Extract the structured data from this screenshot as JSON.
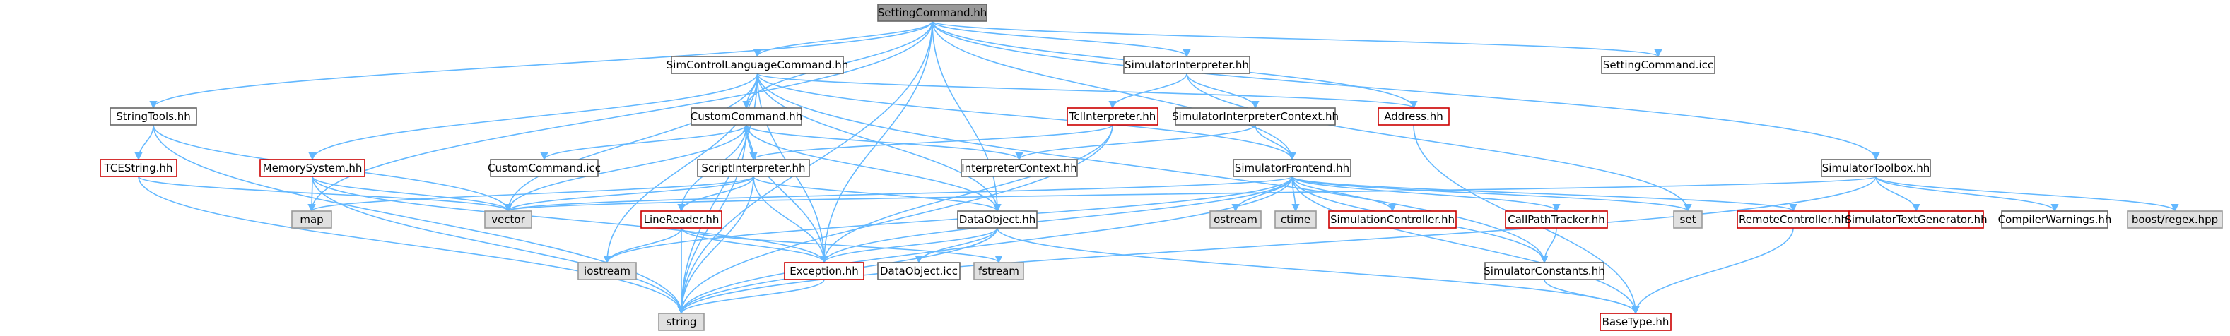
{
  "graph": {
    "root": "SettingCommand.hh",
    "colors": {
      "edge": "#63b8ff",
      "root_fill": "#999999",
      "root_border": "#666666",
      "node_fill": "#ffffff",
      "node_border": "#666666",
      "highlight_border": "#cc0000",
      "external_fill": "#e0e0e0",
      "external_border": "#999999",
      "text": "#000000"
    },
    "nodes": [
      {
        "id": "setting_command_hh",
        "label": "SettingCommand.hh",
        "style": "root"
      },
      {
        "id": "sim_control_language_command_hh",
        "label": "SimControlLanguageCommand.hh",
        "style": "normal"
      },
      {
        "id": "simulator_interpreter_hh",
        "label": "SimulatorInterpreter.hh",
        "style": "normal"
      },
      {
        "id": "setting_command_icc",
        "label": "SettingCommand.icc",
        "style": "normal"
      },
      {
        "id": "string_tools_hh",
        "label": "StringTools.hh",
        "style": "normal"
      },
      {
        "id": "custom_command_hh",
        "label": "CustomCommand.hh",
        "style": "normal"
      },
      {
        "id": "tcl_interpreter_hh",
        "label": "TclInterpreter.hh",
        "style": "highlight"
      },
      {
        "id": "simulator_interpreter_context_hh",
        "label": "SimulatorInterpreterContext.hh",
        "style": "normal"
      },
      {
        "id": "address_hh",
        "label": "Address.hh",
        "style": "highlight"
      },
      {
        "id": "tcestring_hh",
        "label": "TCEString.hh",
        "style": "highlight"
      },
      {
        "id": "memory_system_hh",
        "label": "MemorySystem.hh",
        "style": "highlight"
      },
      {
        "id": "custom_command_icc",
        "label": "CustomCommand.icc",
        "style": "normal"
      },
      {
        "id": "script_interpreter_hh",
        "label": "ScriptInterpreter.hh",
        "style": "normal"
      },
      {
        "id": "interpreter_context_hh",
        "label": "InterpreterContext.hh",
        "style": "normal"
      },
      {
        "id": "simulator_frontend_hh",
        "label": "SimulatorFrontend.hh",
        "style": "normal"
      },
      {
        "id": "simulator_toolbox_hh",
        "label": "SimulatorToolbox.hh",
        "style": "normal"
      },
      {
        "id": "map",
        "label": "map",
        "style": "external"
      },
      {
        "id": "vector",
        "label": "vector",
        "style": "external"
      },
      {
        "id": "line_reader_hh",
        "label": "LineReader.hh",
        "style": "highlight"
      },
      {
        "id": "data_object_hh",
        "label": "DataObject.hh",
        "style": "normal"
      },
      {
        "id": "ostream",
        "label": "ostream",
        "style": "external"
      },
      {
        "id": "ctime",
        "label": "ctime",
        "style": "external"
      },
      {
        "id": "simulation_controller_hh",
        "label": "SimulationController.hh",
        "style": "highlight"
      },
      {
        "id": "call_path_tracker_hh",
        "label": "CallPathTracker.hh",
        "style": "highlight"
      },
      {
        "id": "set",
        "label": "set",
        "style": "external"
      },
      {
        "id": "remote_controller_hh",
        "label": "RemoteController.hh",
        "style": "highlight"
      },
      {
        "id": "simulator_text_generator_hh",
        "label": "SimulatorTextGenerator.hh",
        "style": "highlight"
      },
      {
        "id": "compiler_warnings_hh",
        "label": "CompilerWarnings.hh",
        "style": "normal"
      },
      {
        "id": "boost_regex_hpp",
        "label": "boost/regex.hpp",
        "style": "external"
      },
      {
        "id": "iostream",
        "label": "iostream",
        "style": "external"
      },
      {
        "id": "exception_hh",
        "label": "Exception.hh",
        "style": "highlight"
      },
      {
        "id": "data_object_icc",
        "label": "DataObject.icc",
        "style": "normal"
      },
      {
        "id": "fstream",
        "label": "fstream",
        "style": "external"
      },
      {
        "id": "simulator_constants_hh",
        "label": "SimulatorConstants.hh",
        "style": "normal"
      },
      {
        "id": "string",
        "label": "string",
        "style": "external"
      },
      {
        "id": "base_type_hh",
        "label": "BaseType.hh",
        "style": "highlight"
      }
    ],
    "edges": [
      [
        "setting_command_hh",
        "sim_control_language_command_hh"
      ],
      [
        "setting_command_hh",
        "simulator_interpreter_hh"
      ],
      [
        "setting_command_hh",
        "setting_command_icc"
      ],
      [
        "setting_command_hh",
        "string_tools_hh"
      ],
      [
        "setting_command_hh",
        "custom_command_hh"
      ],
      [
        "setting_command_hh",
        "simulator_frontend_hh"
      ],
      [
        "setting_command_hh",
        "simulator_toolbox_hh"
      ],
      [
        "setting_command_hh",
        "exception_hh"
      ],
      [
        "setting_command_hh",
        "string"
      ],
      [
        "setting_command_hh",
        "map"
      ],
      [
        "setting_command_hh",
        "data_object_hh"
      ],
      [
        "setting_command_hh",
        "address_hh"
      ],
      [
        "sim_control_language_command_hh",
        "custom_command_hh"
      ],
      [
        "sim_control_language_command_hh",
        "memory_system_hh"
      ],
      [
        "sim_control_language_command_hh",
        "address_hh"
      ],
      [
        "sim_control_language_command_hh",
        "string"
      ],
      [
        "sim_control_language_command_hh",
        "vector"
      ],
      [
        "sim_control_language_command_hh",
        "iostream"
      ],
      [
        "sim_control_language_command_hh",
        "exception_hh"
      ],
      [
        "sim_control_language_command_hh",
        "data_object_hh"
      ],
      [
        "sim_control_language_command_hh",
        "simulator_frontend_hh"
      ],
      [
        "sim_control_language_command_hh",
        "simulator_constants_hh"
      ],
      [
        "simulator_interpreter_hh",
        "tcl_interpreter_hh"
      ],
      [
        "simulator_interpreter_hh",
        "simulator_interpreter_context_hh"
      ],
      [
        "simulator_interpreter_hh",
        "set"
      ],
      [
        "string_tools_hh",
        "tcestring_hh"
      ],
      [
        "string_tools_hh",
        "string"
      ],
      [
        "string_tools_hh",
        "vector"
      ],
      [
        "custom_command_hh",
        "custom_command_icc"
      ],
      [
        "custom_command_hh",
        "script_interpreter_hh"
      ],
      [
        "custom_command_hh",
        "interpreter_context_hh"
      ],
      [
        "custom_command_hh",
        "line_reader_hh"
      ],
      [
        "custom_command_hh",
        "data_object_hh"
      ],
      [
        "custom_command_hh",
        "exception_hh"
      ],
      [
        "custom_command_hh",
        "string"
      ],
      [
        "custom_command_hh",
        "vector"
      ],
      [
        "tcl_interpreter_hh",
        "script_interpreter_hh"
      ],
      [
        "tcl_interpreter_hh",
        "exception_hh"
      ],
      [
        "tcl_interpreter_hh",
        "string"
      ],
      [
        "simulator_interpreter_context_hh",
        "interpreter_context_hh"
      ],
      [
        "simulator_interpreter_context_hh",
        "simulator_frontend_hh"
      ],
      [
        "address_hh",
        "base_type_hh"
      ],
      [
        "tcestring_hh",
        "string"
      ],
      [
        "tcestring_hh",
        "vector"
      ],
      [
        "memory_system_hh",
        "map"
      ],
      [
        "memory_system_hh",
        "vector"
      ],
      [
        "memory_system_hh",
        "string"
      ],
      [
        "memory_system_hh",
        "exception_hh"
      ],
      [
        "script_interpreter_hh",
        "custom_command_hh"
      ],
      [
        "script_interpreter_hh",
        "data_object_hh"
      ],
      [
        "script_interpreter_hh",
        "exception_hh"
      ],
      [
        "script_interpreter_hh",
        "map"
      ],
      [
        "script_interpreter_hh",
        "vector"
      ],
      [
        "script_interpreter_hh",
        "string"
      ],
      [
        "script_interpreter_hh",
        "line_reader_hh"
      ],
      [
        "simulator_frontend_hh",
        "vector"
      ],
      [
        "simulator_frontend_hh",
        "ostream"
      ],
      [
        "simulator_frontend_hh",
        "ctime"
      ],
      [
        "simulator_frontend_hh",
        "simulation_controller_hh"
      ],
      [
        "simulator_frontend_hh",
        "call_path_tracker_hh"
      ],
      [
        "simulator_frontend_hh",
        "set"
      ],
      [
        "simulator_frontend_hh",
        "remote_controller_hh"
      ],
      [
        "simulator_frontend_hh",
        "exception_hh"
      ],
      [
        "simulator_frontend_hh",
        "string"
      ],
      [
        "simulator_frontend_hh",
        "simulator_constants_hh"
      ],
      [
        "simulator_frontend_hh",
        "base_type_hh"
      ],
      [
        "simulator_frontend_hh",
        "iostream"
      ],
      [
        "simulator_toolbox_hh",
        "simulator_text_generator_hh"
      ],
      [
        "simulator_toolbox_hh",
        "compiler_warnings_hh"
      ],
      [
        "simulator_toolbox_hh",
        "boost_regex_hpp"
      ],
      [
        "simulator_toolbox_hh",
        "string"
      ],
      [
        "simulator_toolbox_hh",
        "vector"
      ],
      [
        "line_reader_hh",
        "iostream"
      ],
      [
        "line_reader_hh",
        "fstream"
      ],
      [
        "line_reader_hh",
        "string"
      ],
      [
        "line_reader_hh",
        "exception_hh"
      ],
      [
        "data_object_hh",
        "string"
      ],
      [
        "data_object_hh",
        "exception_hh"
      ],
      [
        "data_object_hh",
        "data_object_icc"
      ],
      [
        "data_object_hh",
        "base_type_hh"
      ],
      [
        "call_path_tracker_hh",
        "simulator_constants_hh"
      ],
      [
        "remote_controller_hh",
        "base_type_hh"
      ],
      [
        "simulator_constants_hh",
        "base_type_hh"
      ],
      [
        "exception_hh",
        "string"
      ]
    ]
  }
}
